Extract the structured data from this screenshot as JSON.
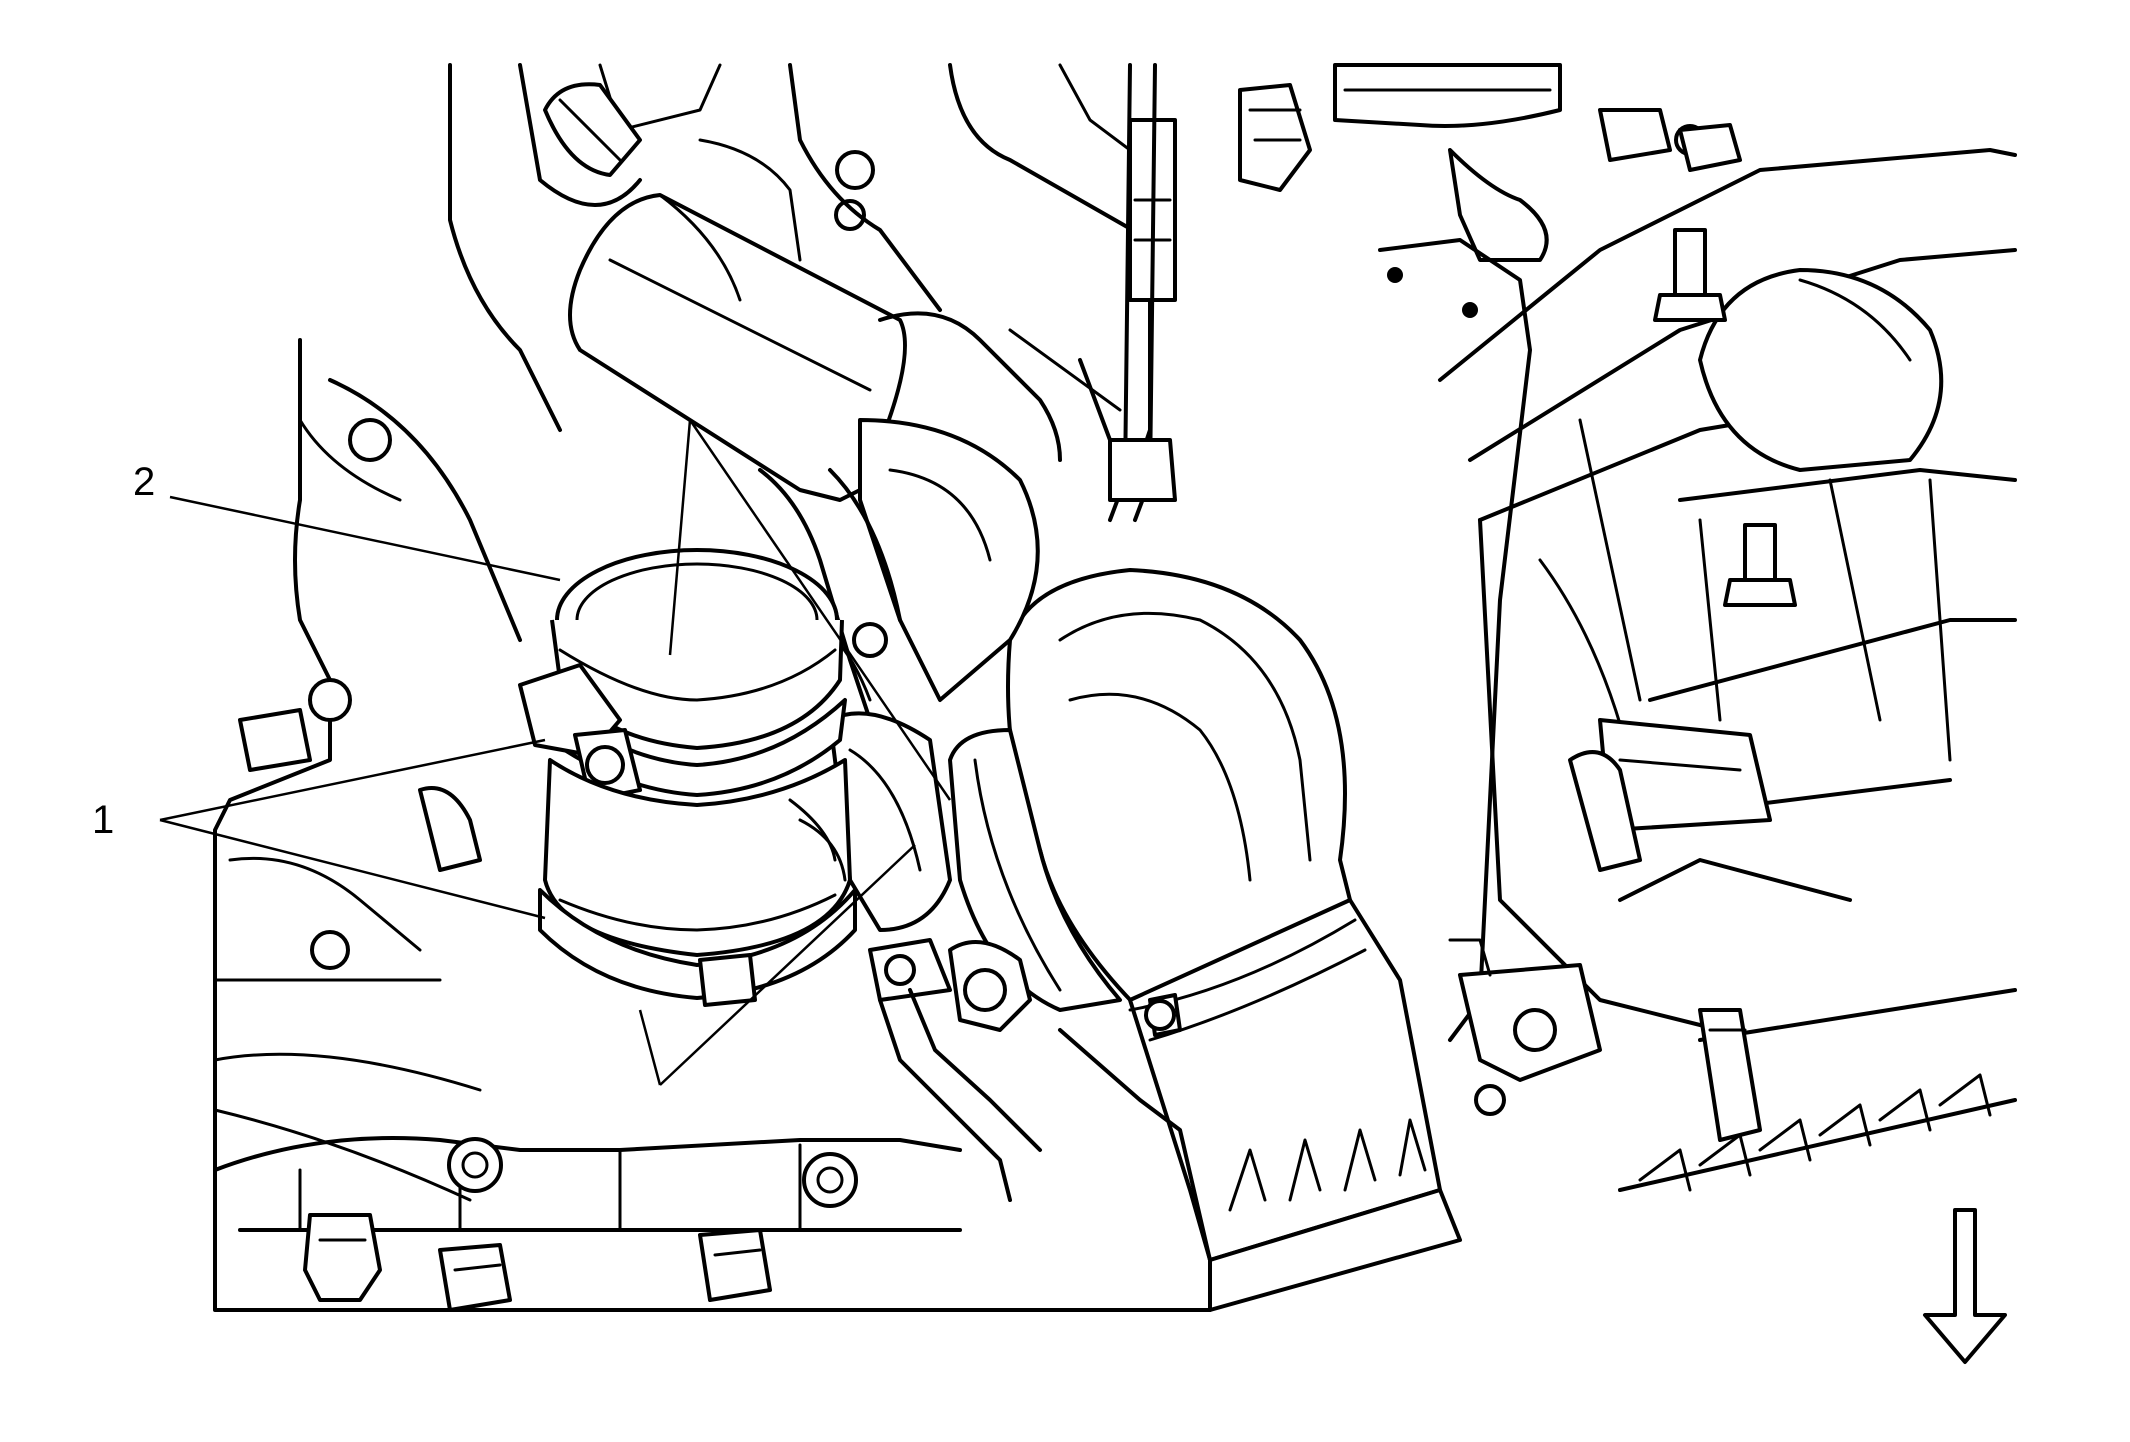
{
  "callouts": [
    {
      "id": "1",
      "label": "1"
    },
    {
      "id": "2",
      "label": "2"
    }
  ],
  "icons": {
    "direction_arrow": "down-arrow-icon"
  },
  "colors": {
    "line": "#000000",
    "background": "#ffffff"
  }
}
